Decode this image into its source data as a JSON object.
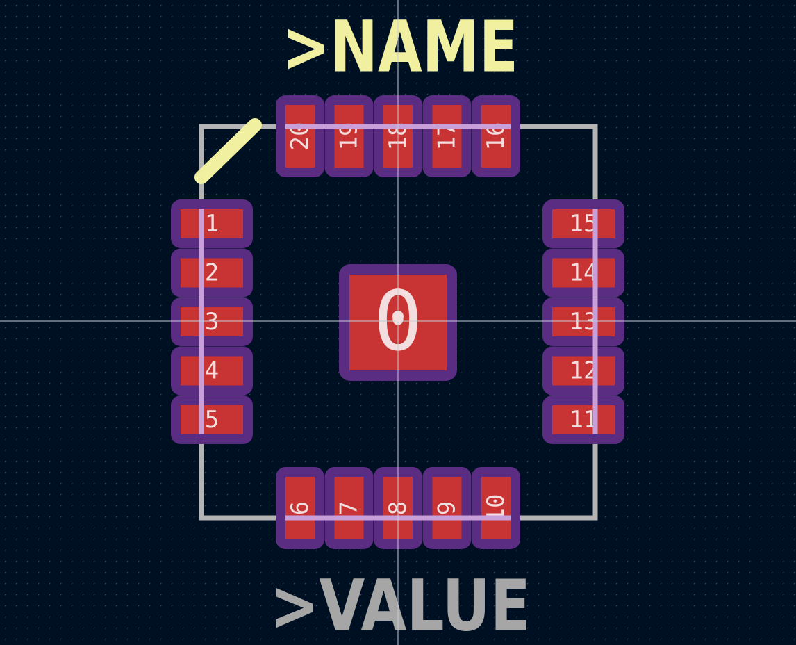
{
  "footprint": {
    "name_text": ">NAME",
    "value_text": ">VALUE",
    "center_pad_label": "0",
    "top_pads": [
      "20",
      "19",
      "18",
      "17",
      "16"
    ],
    "left_pads": [
      "1",
      "2",
      "3",
      "4",
      "5"
    ],
    "right_pads": [
      "15",
      "14",
      "13",
      "12",
      "11"
    ],
    "bottom_pads": [
      "6",
      "7",
      "8",
      "9",
      "10"
    ]
  },
  "colors": {
    "background": "#001023",
    "grid_dot": "#3a4a5e",
    "crosshair": "#c8ccd6",
    "outline": "#b4b4b4",
    "pad_fill": "#c83434",
    "pad_mask": "#5a2d82",
    "pad_label": "#f2dede",
    "name_text": "#f0f0a0",
    "value_text": "#a6a6a6",
    "pin1_marker": "#f0f0a0",
    "outline_highlight": "#c89fd8"
  }
}
